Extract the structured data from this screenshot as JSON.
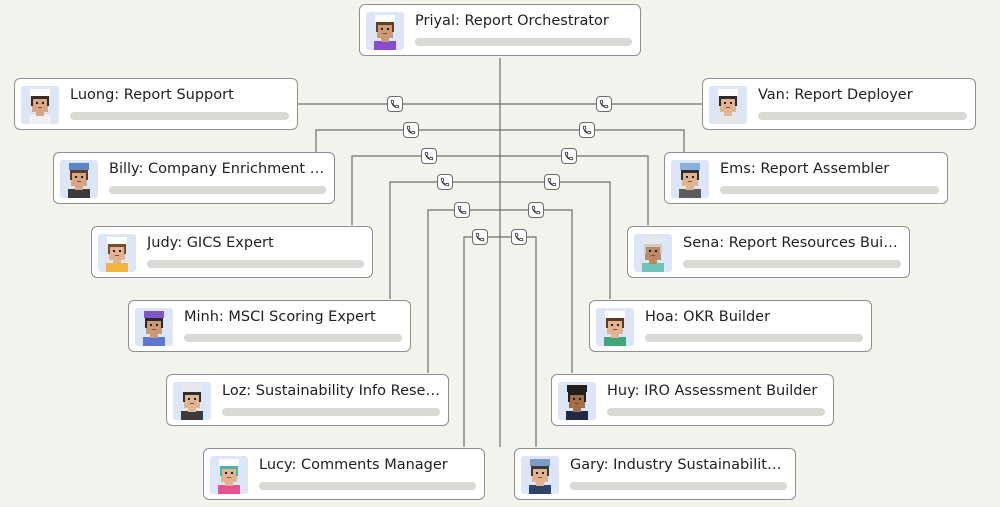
{
  "agents": [
    {
      "id": "priyal",
      "label": "Priyal: Report Orchestrator",
      "shirt": "#8a4bd0",
      "hat": "#ffffff",
      "skin": "#c99a73",
      "hair": "#6b3a1f"
    },
    {
      "id": "luong",
      "label": "Luong: Report Support",
      "shirt": "#f0f0f0",
      "hat": "#ffffff",
      "skin": "#d8a682",
      "hair": "#3a2a20"
    },
    {
      "id": "van",
      "label": "Van: Report Deployer",
      "shirt": "#e6e6e6",
      "hat": "#ffffff",
      "skin": "#e2b38f",
      "hair": "#2b2b2b"
    },
    {
      "id": "billy",
      "label": "Billy: Company Enrichment Expert",
      "shirt": "#3a3a3a",
      "hat": "#5a86c9",
      "skin": "#d8a682",
      "hair": "#5a3b26"
    },
    {
      "id": "ems",
      "label": "Ems: Report Assembler",
      "shirt": "#5c5c5c",
      "hat": "#8ab0e0",
      "skin": "#e2b38f",
      "hair": "#2f2f2f"
    },
    {
      "id": "judy",
      "label": "Judy: GICS Expert",
      "shirt": "#f2b43a",
      "hat": "#ffffff",
      "skin": "#e2b38f",
      "hair": "#7a4a2a"
    },
    {
      "id": "sena",
      "label": "Sena: Report Resources Builder",
      "shirt": "#6fc3b8",
      "hat": "#e8e8e8",
      "skin": "#b98a63",
      "hair": "#cccccc"
    },
    {
      "id": "minh",
      "label": "Minh: MSCI Scoring Expert",
      "shirt": "#5b77d6",
      "hat": "#7f55c8",
      "skin": "#c99a73",
      "hair": "#2a2a2a"
    },
    {
      "id": "hoa",
      "label": "Hoa: OKR Builder",
      "shirt": "#3fa57a",
      "hat": "#ffffff",
      "skin": "#e2b38f",
      "hair": "#5a3b26"
    },
    {
      "id": "loz",
      "label": "Loz: Sustainability Info Research",
      "shirt": "#3a3a3a",
      "hat": "#e8e8e8",
      "skin": "#e2b38f",
      "hair": "#2f2f2f"
    },
    {
      "id": "huy",
      "label": "Huy: IRO Assessment Builder",
      "shirt": "#1f2a44",
      "hat": "#1f1f1f",
      "skin": "#a56e45",
      "hair": "#1f1f1f"
    },
    {
      "id": "lucy",
      "label": "Lucy: Comments Manager",
      "shirt": "#e8508f",
      "hat": "#ffffff",
      "skin": "#e2b38f",
      "hair": "#47b8a2"
    },
    {
      "id": "gary",
      "label": "Gary: Industry Sustainability Specialist",
      "shirt": "#2f4468",
      "hat": "#7a9cc6",
      "skin": "#e2b38f",
      "hair": "#3a3a3a"
    }
  ],
  "connector_icon": "phone-icon"
}
